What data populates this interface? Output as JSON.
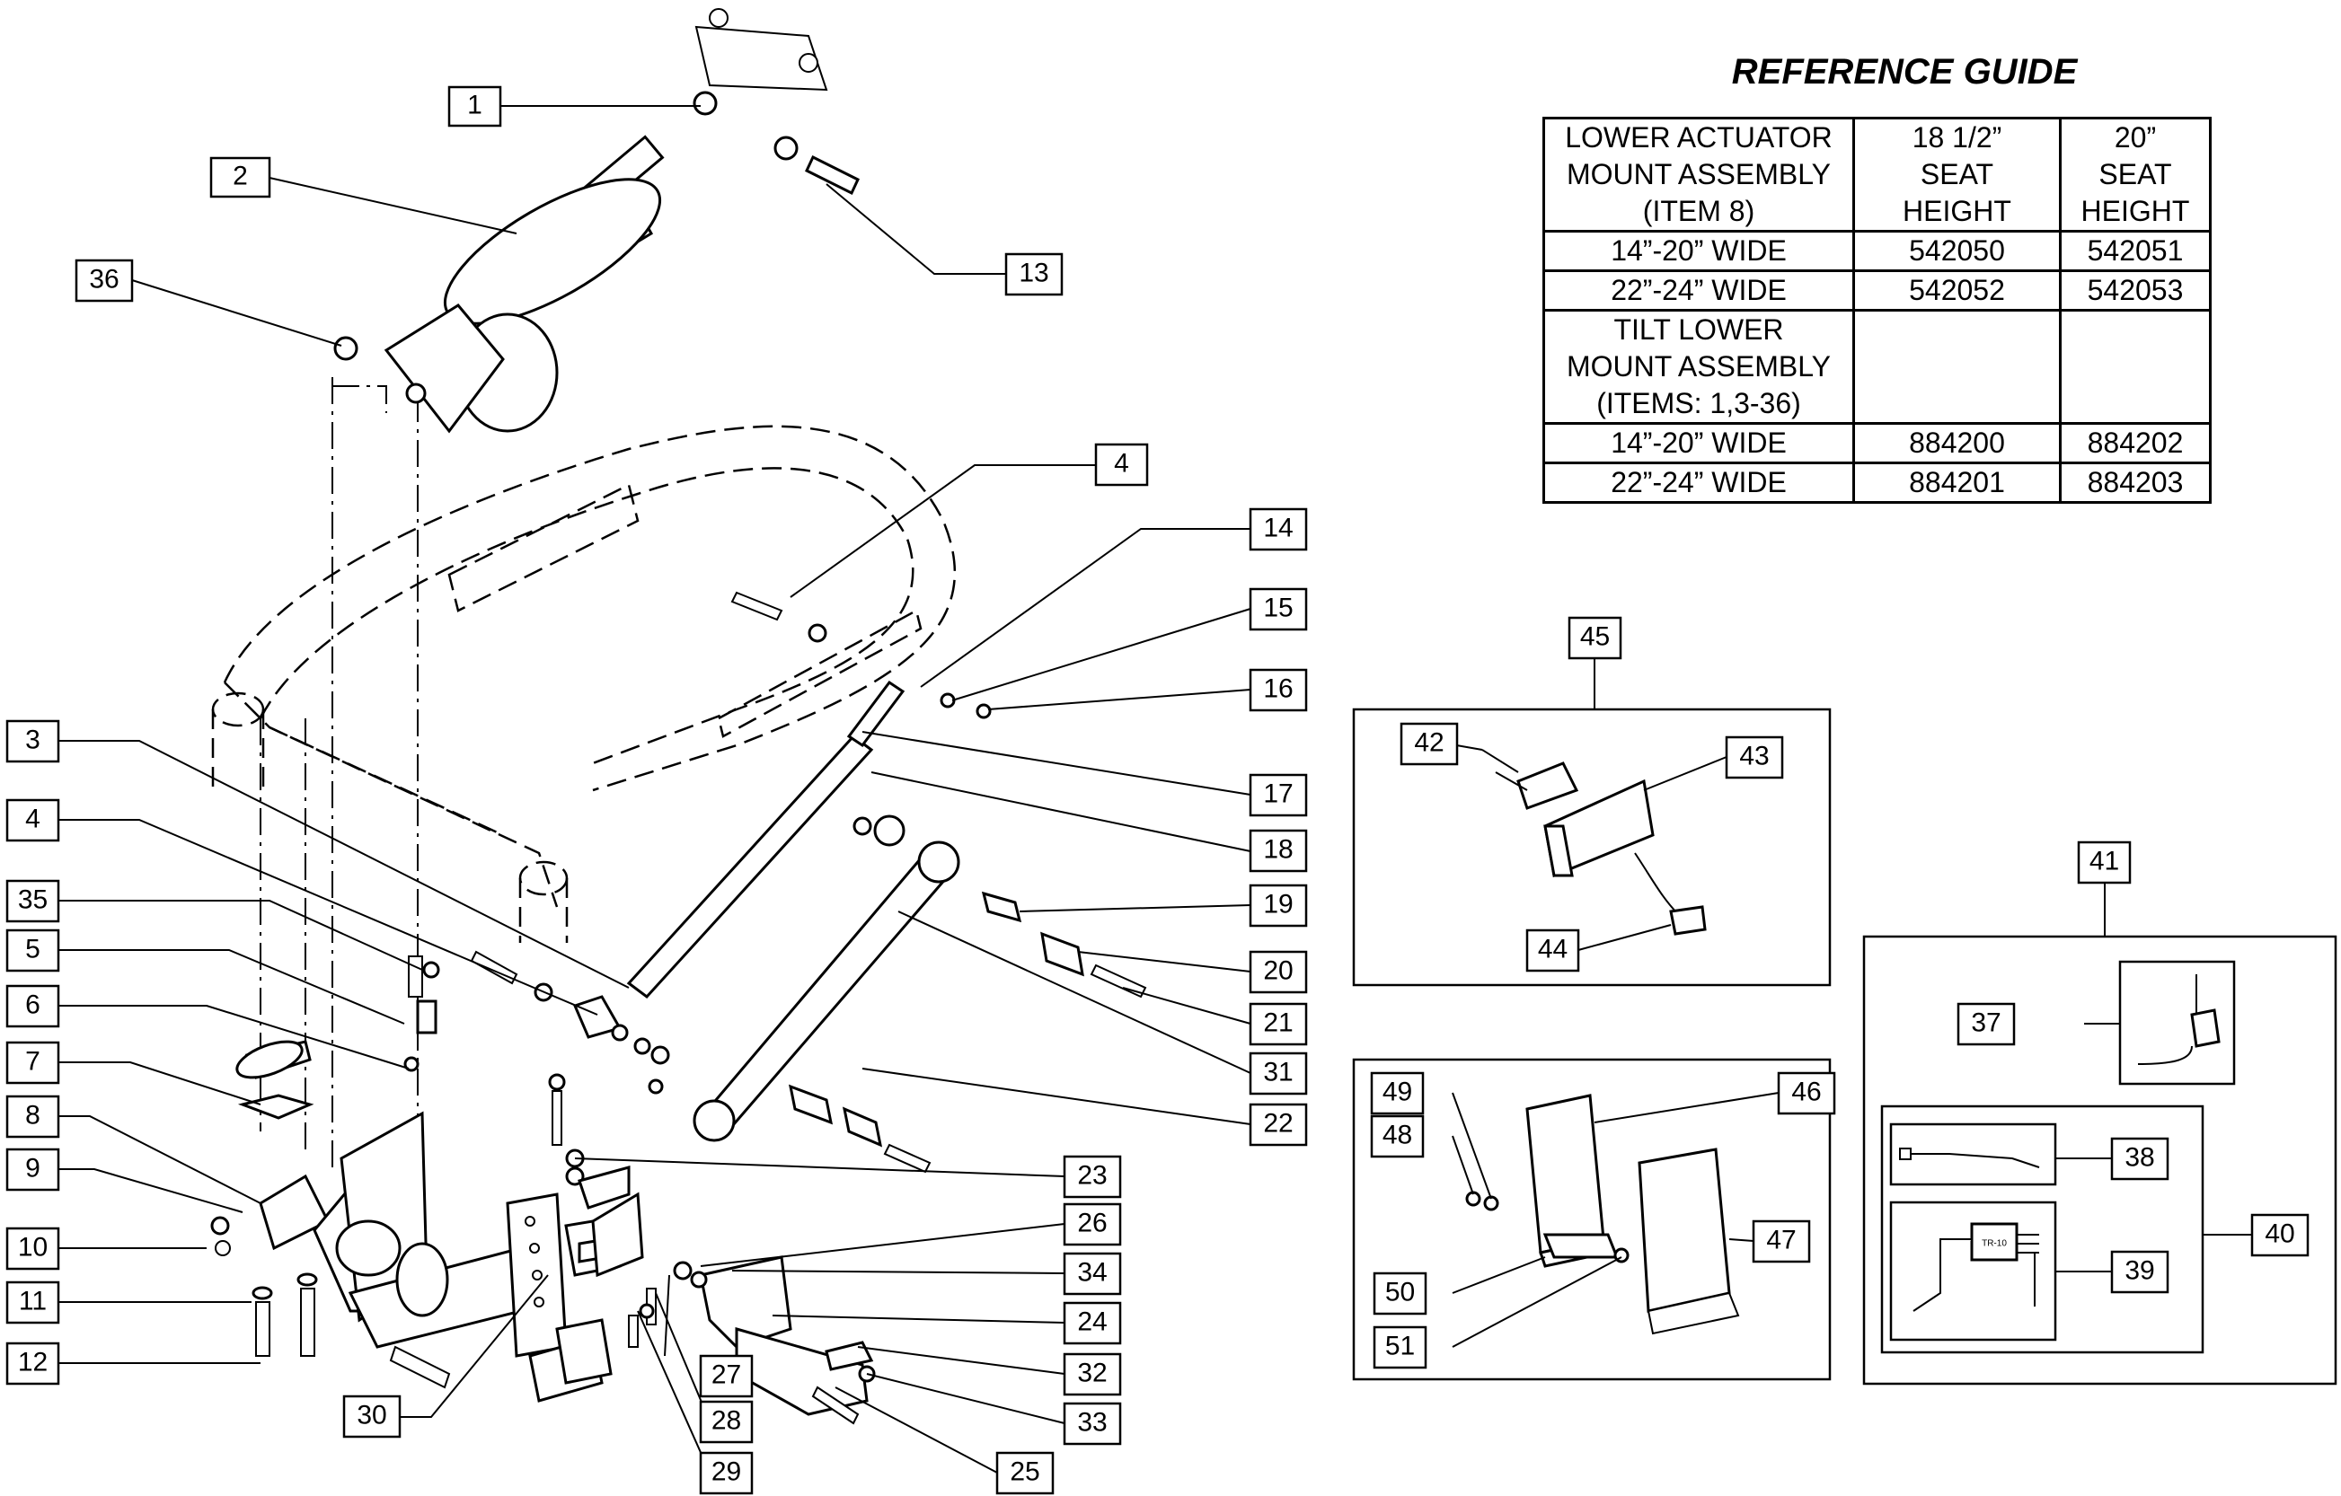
{
  "reference_guide": {
    "title": "REFERENCE GUIDE",
    "rows": [
      [
        "LOWER ACTUATOR\nMOUNT ASSEMBLY\n(ITEM 8)",
        "18 1/2”\nSEAT\nHEIGHT",
        "20”\nSEAT\nHEIGHT"
      ],
      [
        "14”-20” WIDE",
        "542050",
        "542051"
      ],
      [
        "22”-24” WIDE",
        "542052",
        "542053"
      ],
      [
        "TILT LOWER\nMOUNT ASSEMBLY\n(ITEMS: 1,3-36)",
        "",
        ""
      ],
      [
        "14”-20” WIDE",
        "884200",
        "884202"
      ],
      [
        "22”-24” WIDE",
        "884201",
        "884203"
      ]
    ]
  },
  "callouts": [
    {
      "label": "1"
    },
    {
      "label": "2"
    },
    {
      "label": "36"
    },
    {
      "label": "13"
    },
    {
      "label": "4"
    },
    {
      "label": "14"
    },
    {
      "label": "15"
    },
    {
      "label": "16"
    },
    {
      "label": "3"
    },
    {
      "label": "4"
    },
    {
      "label": "17"
    },
    {
      "label": "18"
    },
    {
      "label": "35"
    },
    {
      "label": "19"
    },
    {
      "label": "5"
    },
    {
      "label": "20"
    },
    {
      "label": "6"
    },
    {
      "label": "21"
    },
    {
      "label": "7"
    },
    {
      "label": "31"
    },
    {
      "label": "8"
    },
    {
      "label": "22"
    },
    {
      "label": "9"
    },
    {
      "label": "23"
    },
    {
      "label": "26"
    },
    {
      "label": "10"
    },
    {
      "label": "34"
    },
    {
      "label": "11"
    },
    {
      "label": "24"
    },
    {
      "label": "12"
    },
    {
      "label": "32"
    },
    {
      "label": "27"
    },
    {
      "label": "30"
    },
    {
      "label": "28"
    },
    {
      "label": "33"
    },
    {
      "label": "29"
    },
    {
      "label": "25"
    },
    {
      "label": "45"
    },
    {
      "label": "42"
    },
    {
      "label": "43"
    },
    {
      "label": "44"
    },
    {
      "label": "41"
    },
    {
      "label": "37"
    },
    {
      "label": "38"
    },
    {
      "label": "40"
    },
    {
      "label": "39"
    },
    {
      "label": "49"
    },
    {
      "label": "46"
    },
    {
      "label": "48"
    },
    {
      "label": "47"
    },
    {
      "label": "50"
    },
    {
      "label": "51"
    }
  ],
  "cable_label": "TR-10"
}
